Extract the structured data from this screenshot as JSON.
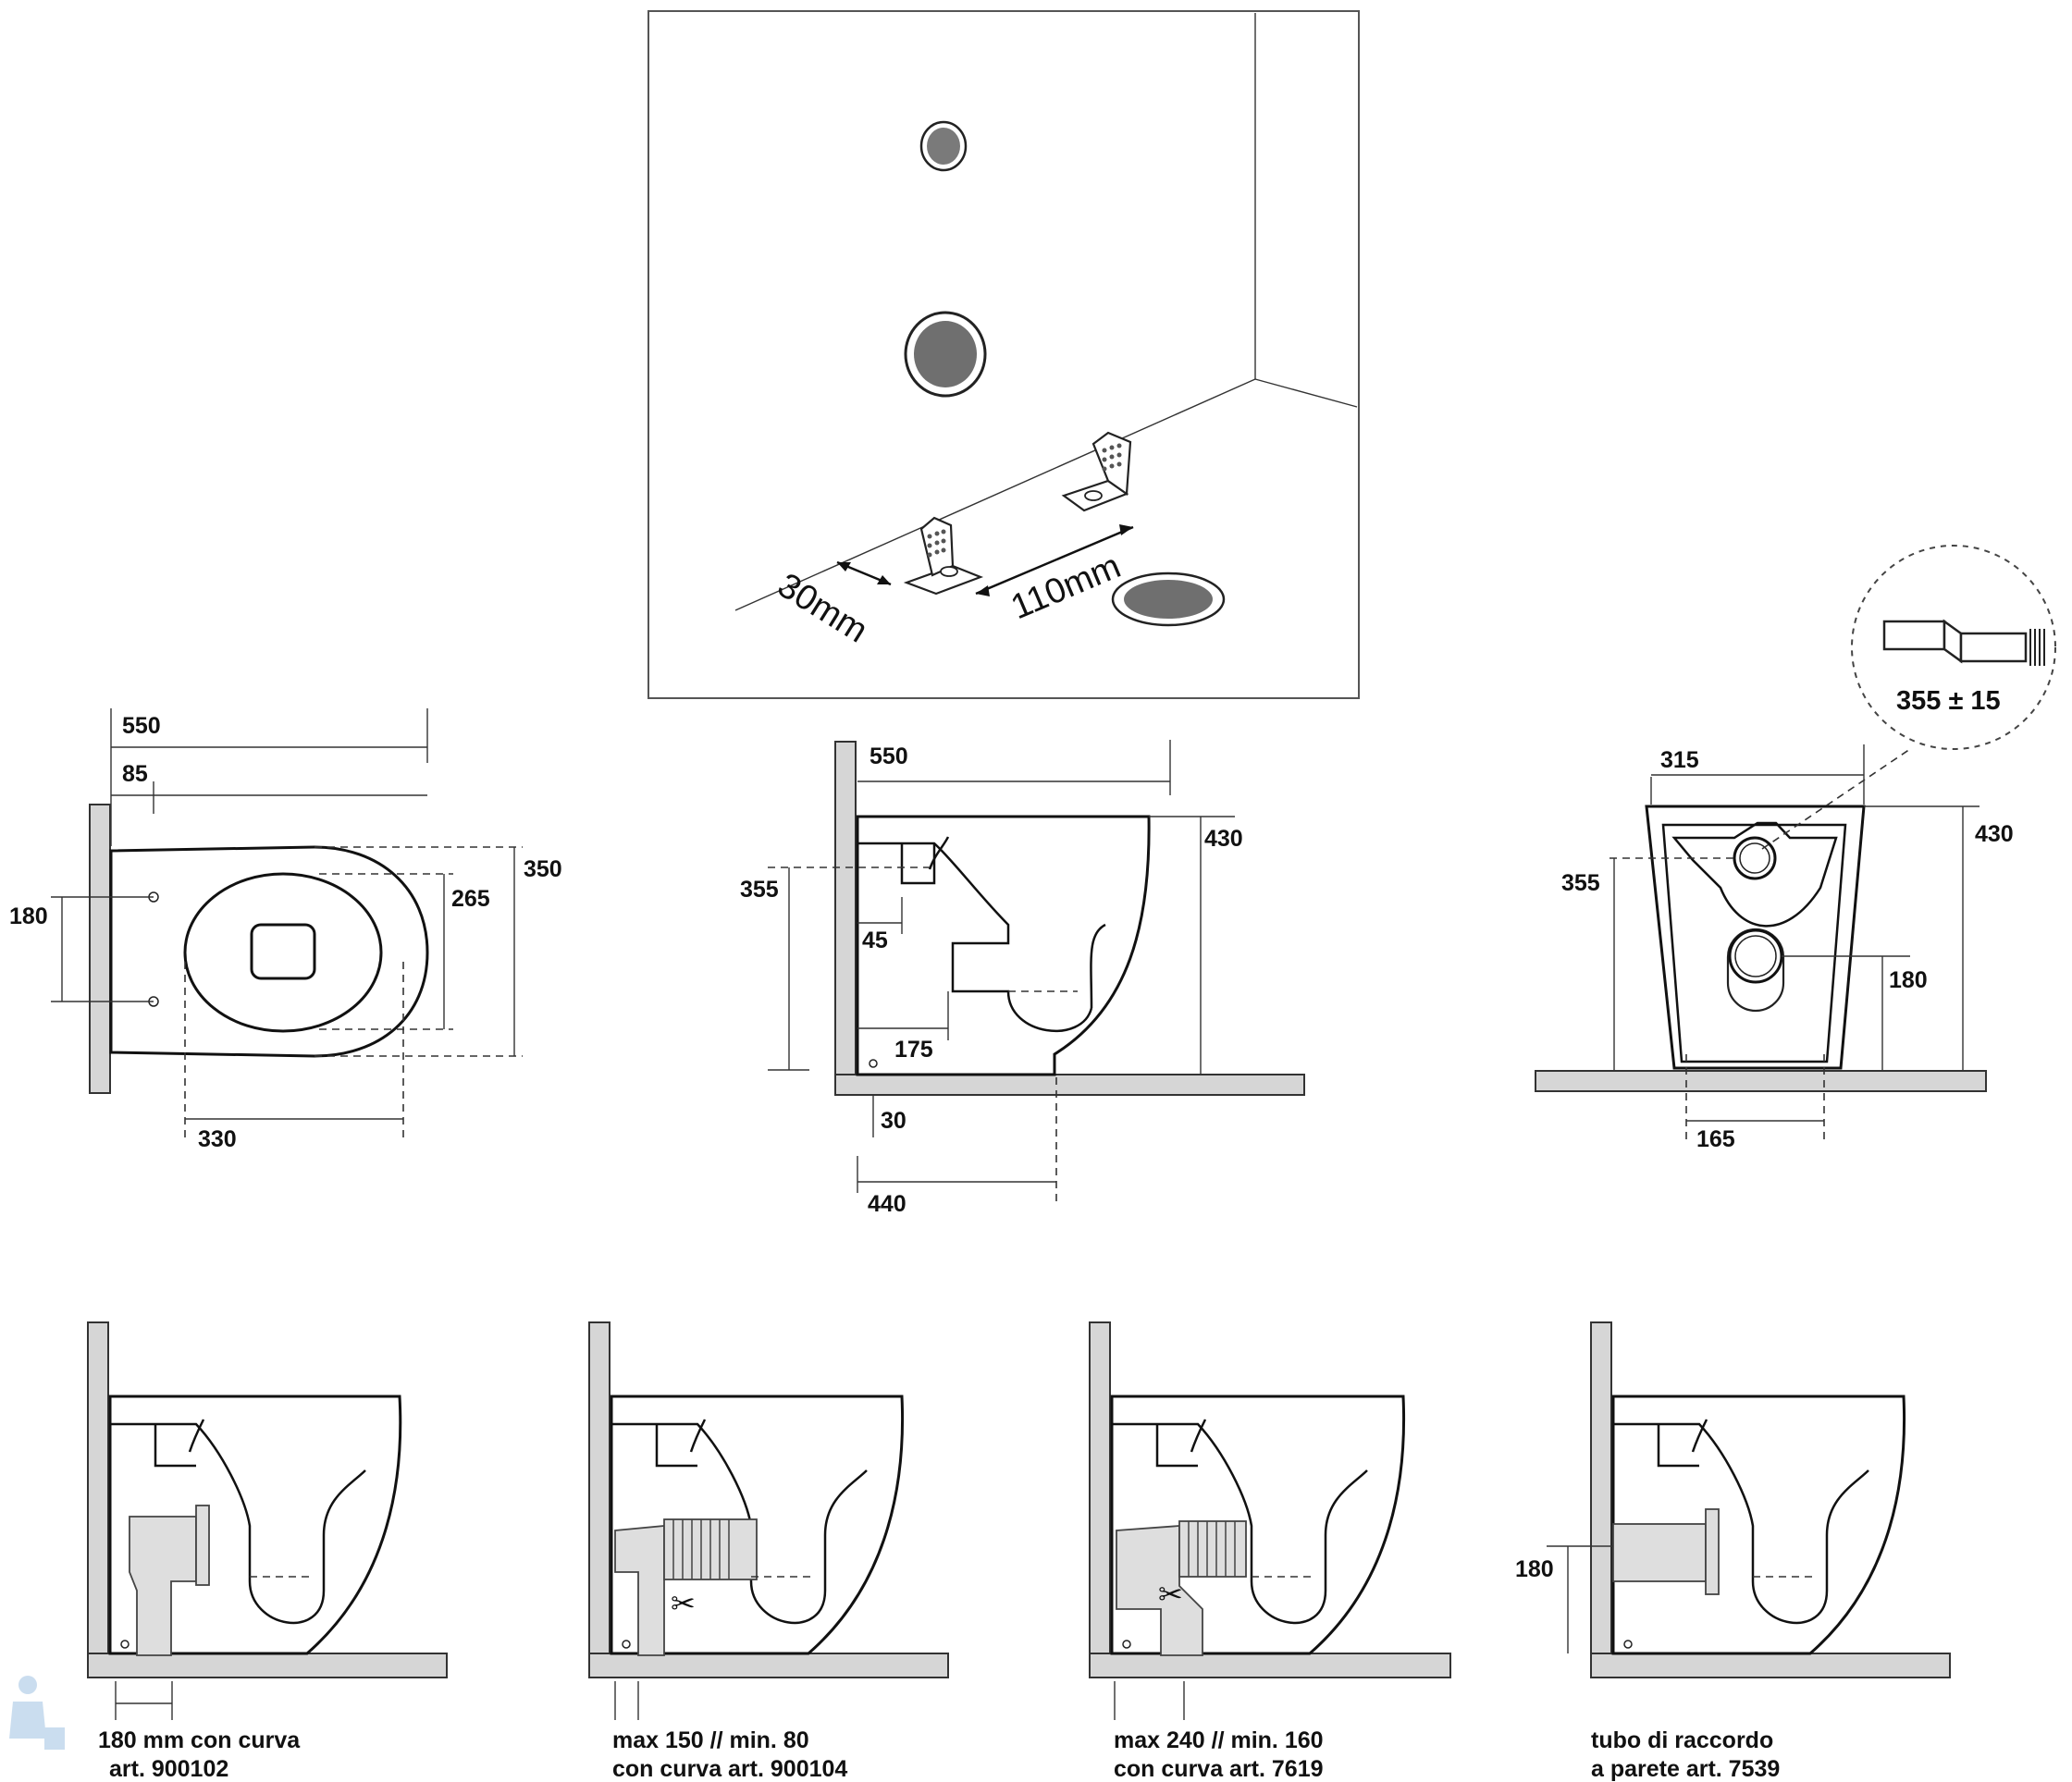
{
  "installation_view": {
    "dim_fixing_distance": "30mm",
    "dim_bracket_spacing": "110mm"
  },
  "top_view": {
    "dim_total_length": "550",
    "dim_rear_offset": "85",
    "dim_hole_spacing": "180",
    "dim_total_width": "350",
    "dim_inner_width": "265",
    "dim_bowl_length": "330"
  },
  "side_view": {
    "dim_length": "550",
    "dim_height": "430",
    "dim_drain_height": "355",
    "dim_inlet_depth": "45",
    "dim_outlet_offset": "175",
    "dim_screw_offset": "30",
    "dim_floor_outlet": "440"
  },
  "front_view": {
    "dim_width": "315",
    "dim_height": "430",
    "dim_drain_height": "355",
    "dim_outlet_height": "180",
    "dim_base_width": "165"
  },
  "detail": {
    "dim_tolerance": "355 ± 15"
  },
  "variants": [
    {
      "caption_line1": "180 mm con curva",
      "caption_line2": "art. 900102"
    },
    {
      "caption_line1": "max 150 // min. 80",
      "caption_line2": "con curva art. 900104"
    },
    {
      "caption_line1": "max 240 // min. 160",
      "caption_line2": "con curva art. 7619"
    },
    {
      "caption_line1": "tubo di raccordo",
      "caption_line2": "a parete art. 7539",
      "dim_height": "180"
    }
  ]
}
